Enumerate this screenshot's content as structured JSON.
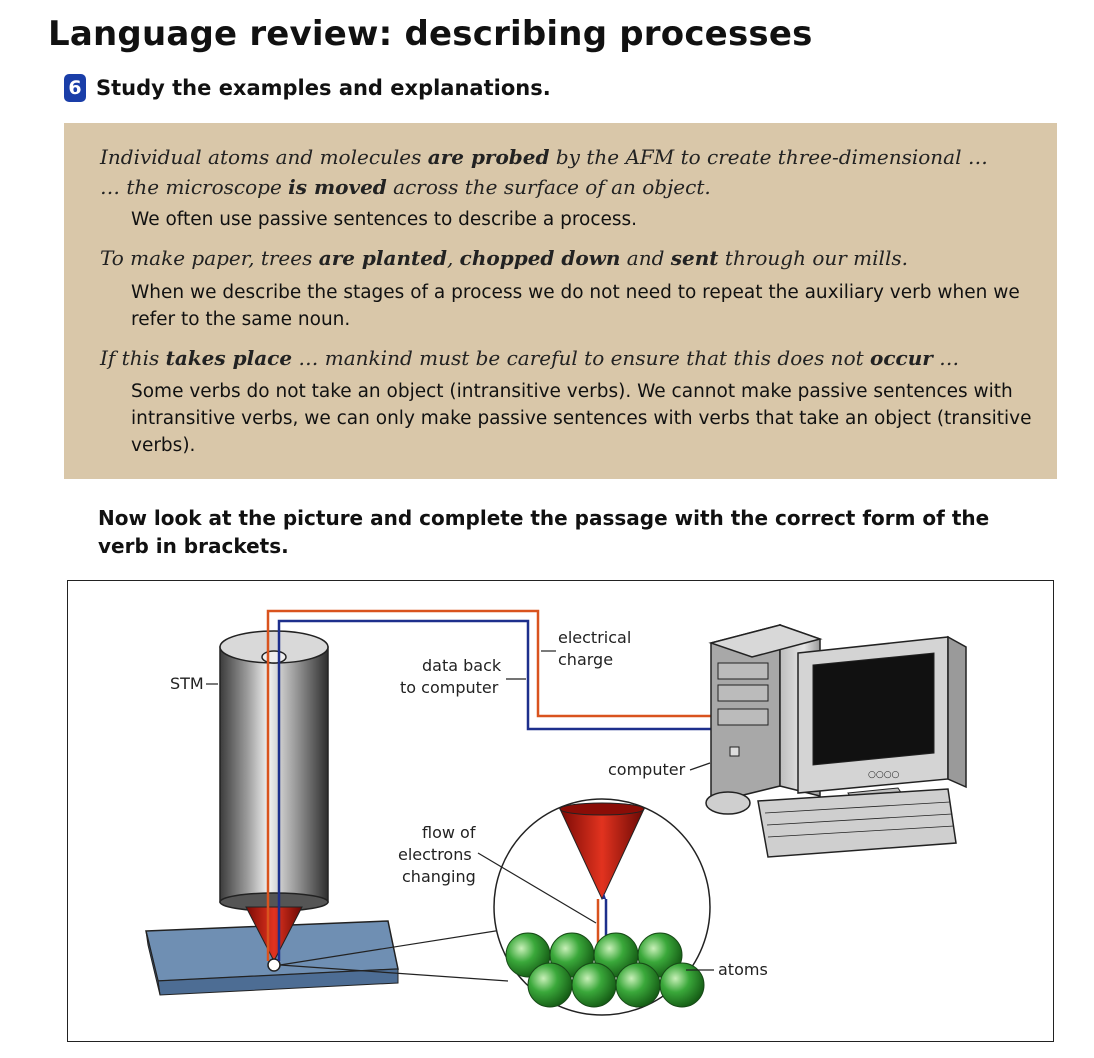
{
  "page": {
    "title": "Language review: describing processes",
    "exercise_number": "6",
    "instruction": "Study the examples and explanations."
  },
  "examples": [
    {
      "lines": [
        [
          {
            "t": "Individual atoms and molecules ",
            "b": false
          },
          {
            "t": "are probed",
            "b": true
          },
          {
            "t": " by the AFM to create three-dimensional …",
            "b": false
          }
        ],
        [
          {
            "t": "… the microscope ",
            "b": false
          },
          {
            "t": "is moved",
            "b": true
          },
          {
            "t": " across the surface of an object.",
            "b": false
          }
        ]
      ],
      "explanation": "We often use passive sentences to describe a process."
    },
    {
      "lines": [
        [
          {
            "t": "To make paper, trees ",
            "b": false
          },
          {
            "t": "are planted",
            "b": true
          },
          {
            "t": ", ",
            "b": false
          },
          {
            "t": "chopped down",
            "b": true
          },
          {
            "t": " and ",
            "b": false
          },
          {
            "t": "sent",
            "b": true
          },
          {
            "t": " through our mills.",
            "b": false
          }
        ]
      ],
      "explanation": "When we describe the stages of a process we do not need to repeat the auxiliary verb when we refer to the same noun."
    },
    {
      "lines": [
        [
          {
            "t": "If this ",
            "b": false
          },
          {
            "t": "takes place",
            "b": true
          },
          {
            "t": " … mankind must be careful to ensure that this does not ",
            "b": false
          },
          {
            "t": "occur",
            "b": true
          },
          {
            "t": " …",
            "b": false
          }
        ]
      ],
      "explanation": "Some verbs do not take an object (intransitive verbs). We cannot make passive sentences with intransitive verbs, we can only make passive sentences with verbs that take an object (transitive verbs)."
    }
  ],
  "prompt": "Now look at the picture and complete the passage with the correct form of the verb in brackets.",
  "figure": {
    "labels": {
      "stm": "STM",
      "data_back_1": "data back",
      "data_back_2": "to computer",
      "electrical_1": "electrical",
      "electrical_2": "charge",
      "computer": "computer",
      "flow_1": "flow of",
      "flow_2": "electrons",
      "flow_3": "changing",
      "atoms": "atoms",
      "monitor_text": "○○○○"
    },
    "colors": {
      "box_bg": "#d9c7a9",
      "badge": "#1a3ea8",
      "wire_orange": "#d9531e",
      "wire_blue": "#1d2f8c",
      "tip_red": "#c1190f",
      "atom_green": "#3aa83a",
      "plate_blue": "#6f8fb3"
    }
  }
}
